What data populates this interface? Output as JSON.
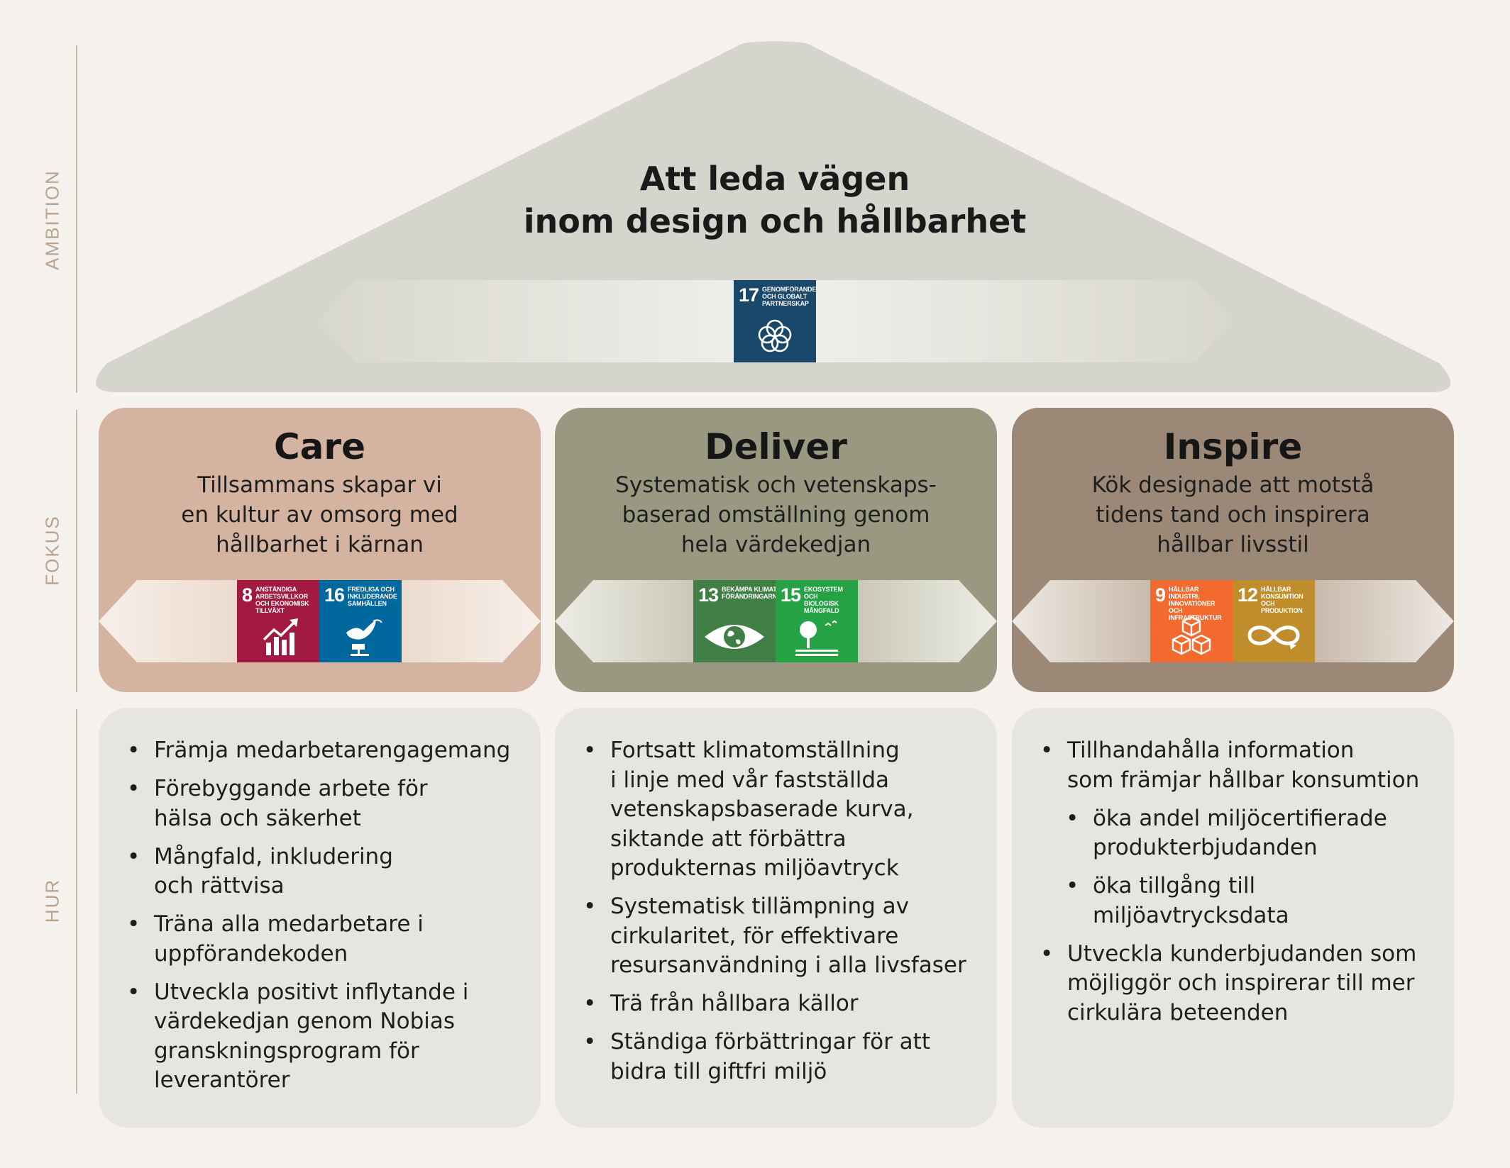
{
  "side_labels": {
    "ambition": "AMBITION",
    "fokus": "FOKUS",
    "hur": "HUR"
  },
  "ambition": {
    "title_lines": [
      "Att leda vägen",
      "inom design och hållbarhet"
    ],
    "goal": {
      "number": "17",
      "title": "GENOMFÖRANDE OCH GLOBALT PARTNERSKAP",
      "icon": "partnership-rings-icon",
      "color": "#19486a"
    }
  },
  "pillars": [
    {
      "title": "Care",
      "subtitle_lines": [
        "Tillsammans skapar vi",
        "en kultur av omsorg med",
        "hållbarhet i kärnan"
      ],
      "card_color": "#d4b4a0",
      "goals": [
        {
          "number": "8",
          "title": "ANSTÄNDIGA ARBETSVILLKOR OCH EKONOMISK TILLVÄXT",
          "icon": "growth-chart-icon",
          "color": "#a21942"
        },
        {
          "number": "16",
          "title": "FREDLIGA OCH INKLUDERANDE SAMHÄLLEN",
          "icon": "dove-gavel-icon",
          "color": "#00689d"
        }
      ],
      "how": [
        {
          "text_lines": [
            "Främja medarbetarengagemang"
          ],
          "level": 1
        },
        {
          "text_lines": [
            "Förebyggande arbete för",
            "hälsa och säkerhet"
          ],
          "level": 1
        },
        {
          "text_lines": [
            "Mångfald, inkludering",
            "och rättvisa"
          ],
          "level": 1
        },
        {
          "text_lines": [
            "Träna alla medarbetare i",
            "uppförandekoden"
          ],
          "level": 1
        },
        {
          "text_lines": [
            "Utveckla positivt inflytande i",
            "värdekedjan genom Nobias",
            "granskningsprogram för",
            "leverantörer"
          ],
          "level": 1
        }
      ]
    },
    {
      "title": "Deliver",
      "subtitle_lines": [
        "Systematisk och vetenskaps-",
        "baserad omställning genom",
        "hela värdekedjan"
      ],
      "card_color": "#999982",
      "goals": [
        {
          "number": "13",
          "title": "BEKÄMPA KLIMAT-FÖRÄNDRINGARNA",
          "icon": "earth-eye-icon",
          "color": "#3f7e44"
        },
        {
          "number": "15",
          "title": "EKOSYSTEM OCH BIOLOGISK MÅNGFALD",
          "icon": "tree-birds-icon",
          "color": "#25a244"
        }
      ],
      "how": [
        {
          "text_lines": [
            "Fortsatt klimatomställning",
            "i linje med vår fastställda",
            "vetenskapsbaserade kurva,",
            "siktande att förbättra",
            "produkternas miljöavtryck"
          ],
          "level": 1
        },
        {
          "text_lines": [
            "Systematisk tillämpning av",
            "cirkularitet, för effektivare",
            "resursanvändning i alla livsfaser"
          ],
          "level": 1
        },
        {
          "text_lines": [
            "Trä från hållbara källor"
          ],
          "level": 1
        },
        {
          "text_lines": [
            "Ständiga förbättringar för att",
            "bidra till giftfri miljö"
          ],
          "level": 1
        }
      ]
    },
    {
      "title": "Inspire",
      "subtitle_lines": [
        "Kök designade att motstå",
        "tidens tand och inspirera",
        "hållbar livsstil"
      ],
      "card_color": "#9c8876",
      "goals": [
        {
          "number": "9",
          "title": "HÅLLBAR INDUSTRI, INNOVATIONER OCH INFRASTRUKTUR",
          "icon": "cubes-icon",
          "color": "#f26a2e"
        },
        {
          "number": "12",
          "title": "HÅLLBAR KONSUMTION OCH PRODUKTION",
          "icon": "infinity-icon",
          "color": "#bf8d2c"
        }
      ],
      "how": [
        {
          "text_lines": [
            "Tillhandahålla information",
            "som främjar hållbar konsumtion"
          ],
          "level": 1
        },
        {
          "text_lines": [
            "öka andel miljöcertifierade",
            "produkterbjudanden"
          ],
          "level": 2
        },
        {
          "text_lines": [
            "öka tillgång till",
            "miljöavtrycksdata"
          ],
          "level": 2
        },
        {
          "text_lines": [
            "Utveckla kunderbjudanden som",
            "möjliggör och inspirerar till mer",
            "cirkulära beteenden"
          ],
          "level": 1
        }
      ]
    }
  ]
}
